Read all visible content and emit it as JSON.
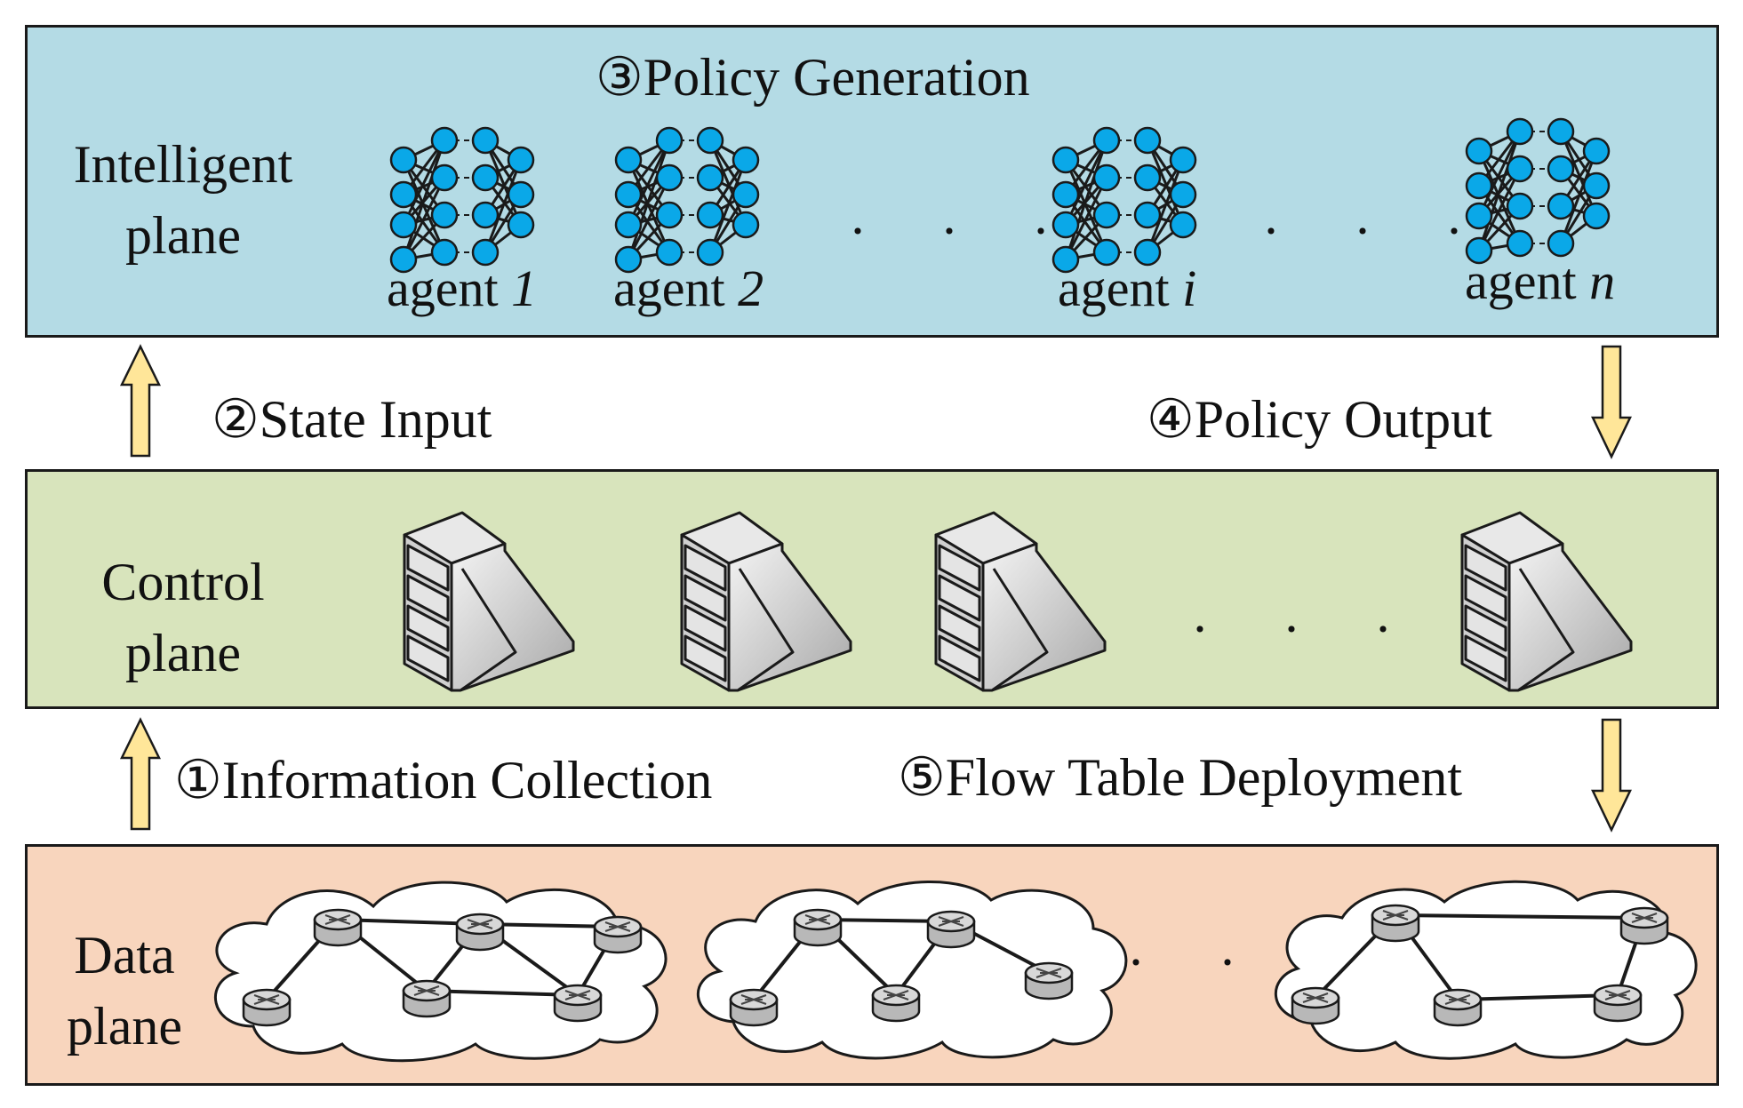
{
  "planes": {
    "intelligent": {
      "label_line1": "Intelligent",
      "label_line2": "plane",
      "color": "#b4dbe5"
    },
    "control": {
      "label_line1": "Control",
      "label_line2": "plane",
      "color": "#d8e4bc"
    },
    "data": {
      "label_line1": "Data",
      "label_line2": "plane",
      "color": "#f8d5bd"
    }
  },
  "steps": {
    "s1": "①Information Collection",
    "s2": "②State Input",
    "s3": "③Policy Generation",
    "s4": "④Policy Output",
    "s5": "⑤Flow Table Deployment"
  },
  "agents": [
    {
      "prefix": "agent ",
      "suffix": "1"
    },
    {
      "prefix": "agent ",
      "suffix": "2"
    },
    {
      "prefix": "agent ",
      "suffix": "i"
    },
    {
      "prefix": "agent ",
      "suffix": "n"
    }
  ],
  "ellipsis": "· · ·",
  "colors": {
    "arrow_fill": "#ffe699",
    "node_fill": "#0aa8e8",
    "border": "#1a1a1a"
  }
}
